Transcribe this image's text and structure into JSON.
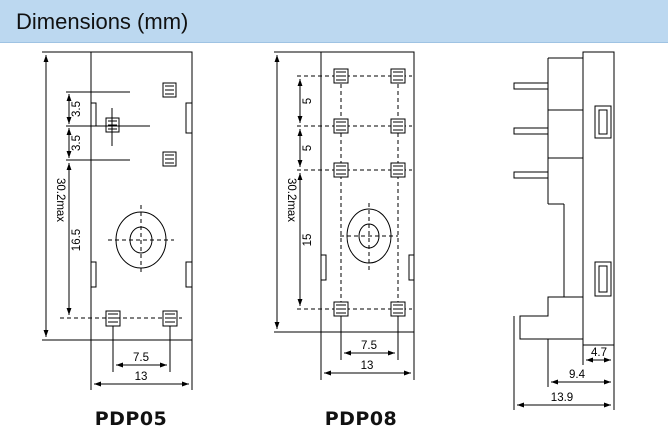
{
  "header": {
    "title": "Dimensions (mm)"
  },
  "colors": {
    "header_bg": "#bcd8f0",
    "line": "#000000"
  },
  "views": {
    "pdp05": {
      "model": "PDP05",
      "dims": {
        "pitch_top": "3.5",
        "pitch_mid": "3.5",
        "height_max": "30.2max",
        "pin_to_bottom": "16.5",
        "pin_spacing": "7.5",
        "width": "13"
      }
    },
    "pdp08": {
      "model": "PDP08",
      "dims": {
        "pitch_top": "5",
        "pitch_mid": "5",
        "height_max": "30.2max",
        "pin_to_bottom": "15",
        "pin_spacing": "7.5",
        "width": "13"
      }
    },
    "side": {
      "dims": {
        "depth_small": "4.7",
        "depth_mid": "9.4",
        "depth_total": "13.9"
      }
    }
  }
}
